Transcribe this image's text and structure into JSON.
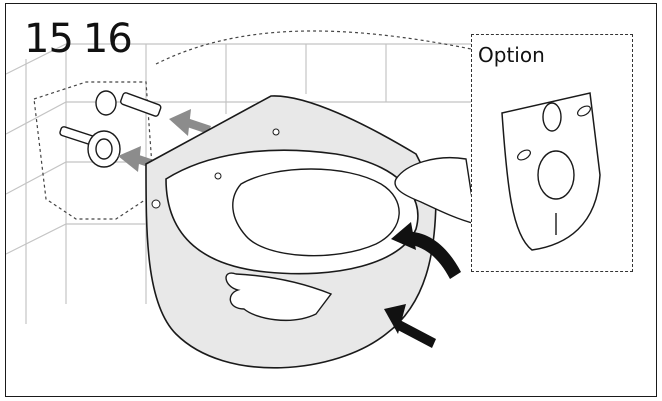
{
  "step_numbers": [
    "15",
    "16"
  ],
  "option_panel": {
    "label": "Option"
  },
  "colors": {
    "ink": "#1a1a1a",
    "tile_line": "#bfbfbf",
    "ceramic_shade": "#e6e6e6",
    "arrow_gray": "#8c8c8c",
    "arrow_black": "#111111"
  },
  "icons": [
    "wall-tile-grid",
    "mounting-bolt",
    "wall-hung-toilet",
    "hand",
    "insulation-mat",
    "push-arrow"
  ]
}
